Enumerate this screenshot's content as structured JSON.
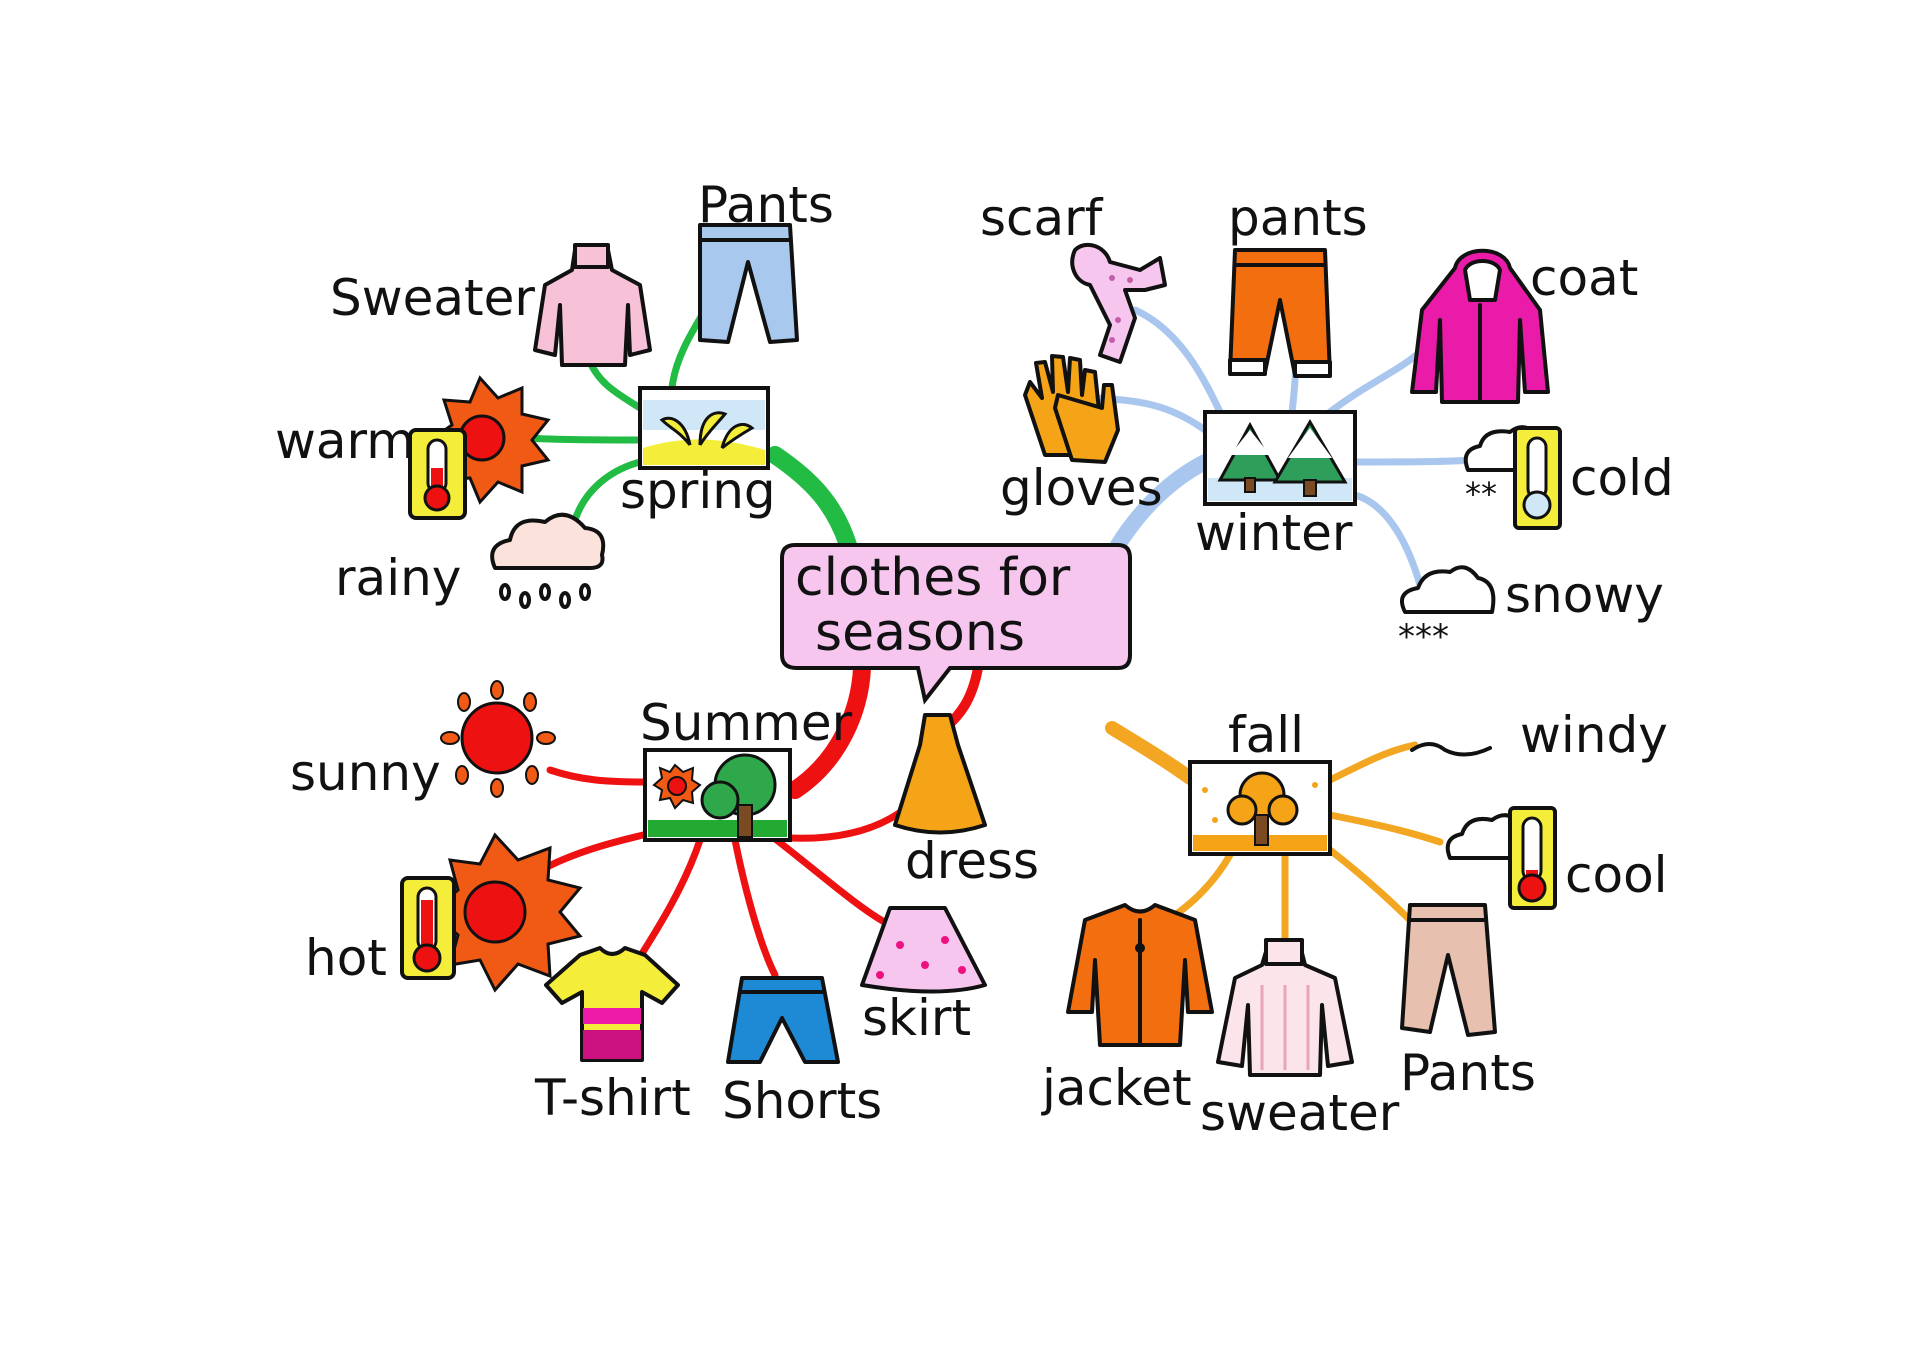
{
  "title": "clothes for seasons",
  "colors": {
    "spring": "#22bb44",
    "summer": "#ee1111",
    "autumn": "#f2a622",
    "winter": "#a9c6ee",
    "title_bg": "#f6c6ef"
  },
  "branches": {
    "spring": {
      "label": "spring",
      "items": {
        "sweater": "Sweater",
        "pants": "Pants",
        "warm": "warm",
        "rainy": "rainy"
      }
    },
    "winter": {
      "label": "winter",
      "items": {
        "scarf": "scarf",
        "pants": "pants",
        "coat": "coat",
        "gloves": "gloves",
        "cold": "cold",
        "snowy": "snowy"
      }
    },
    "summer": {
      "label": "Summer",
      "items": {
        "sunny": "sunny",
        "hot": "hot",
        "tshirt": "T-shirt",
        "shorts": "Shorts",
        "skirt": "skirt",
        "dress": "dress"
      }
    },
    "autumn": {
      "label": "fall",
      "items": {
        "windy": "windy",
        "cool": "cool",
        "jacket": "jacket",
        "sweater": "sweater",
        "pants": "Pants"
      }
    }
  }
}
